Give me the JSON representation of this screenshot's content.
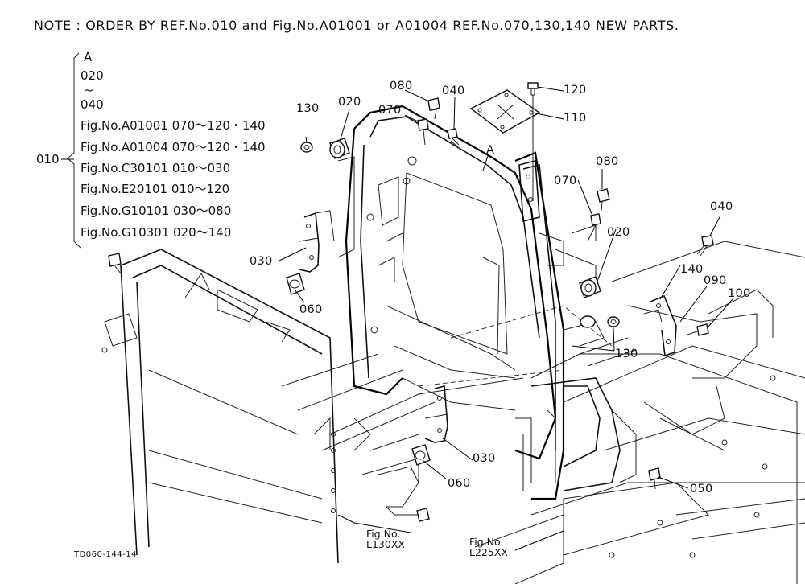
{
  "note": "NOTE : ORDER BY REF.No.010 and Fig.No.A01001 or A01004 REF.No.070,130,140 NEW PARTS.",
  "legend": {
    "ref": "010",
    "lines": [
      "A",
      "020",
      "~",
      "040",
      "Fig.No.A01001  070～120・140",
      "Fig.No.A01004  070～120・140",
      "Fig.No.C30101  010～030",
      "Fig.No.E20101  010～120",
      "Fig.No.G10101  030～080",
      "Fig.No.G10301  020～140"
    ]
  },
  "callouts": {
    "c130a": "130",
    "c020a": "020",
    "c070a": "070",
    "c080a": "080",
    "c040a": "040",
    "c120": "120",
    "c110": "110",
    "cA": "A",
    "c080b": "080",
    "c070b": "070",
    "c040b": "040",
    "c020b": "020",
    "c140": "140",
    "c090": "090",
    "c100": "100",
    "c130b": "130",
    "c030a": "030",
    "c060a": "060",
    "c030b": "030",
    "c060b": "060",
    "c050": "050"
  },
  "figrefs": {
    "l130_line1": "Fig.No.",
    "l130_line2": "L130XX",
    "l225_line1": "Fig.No.",
    "l225_line2": "L225XX"
  },
  "drawing_id": "TD060-144-14"
}
